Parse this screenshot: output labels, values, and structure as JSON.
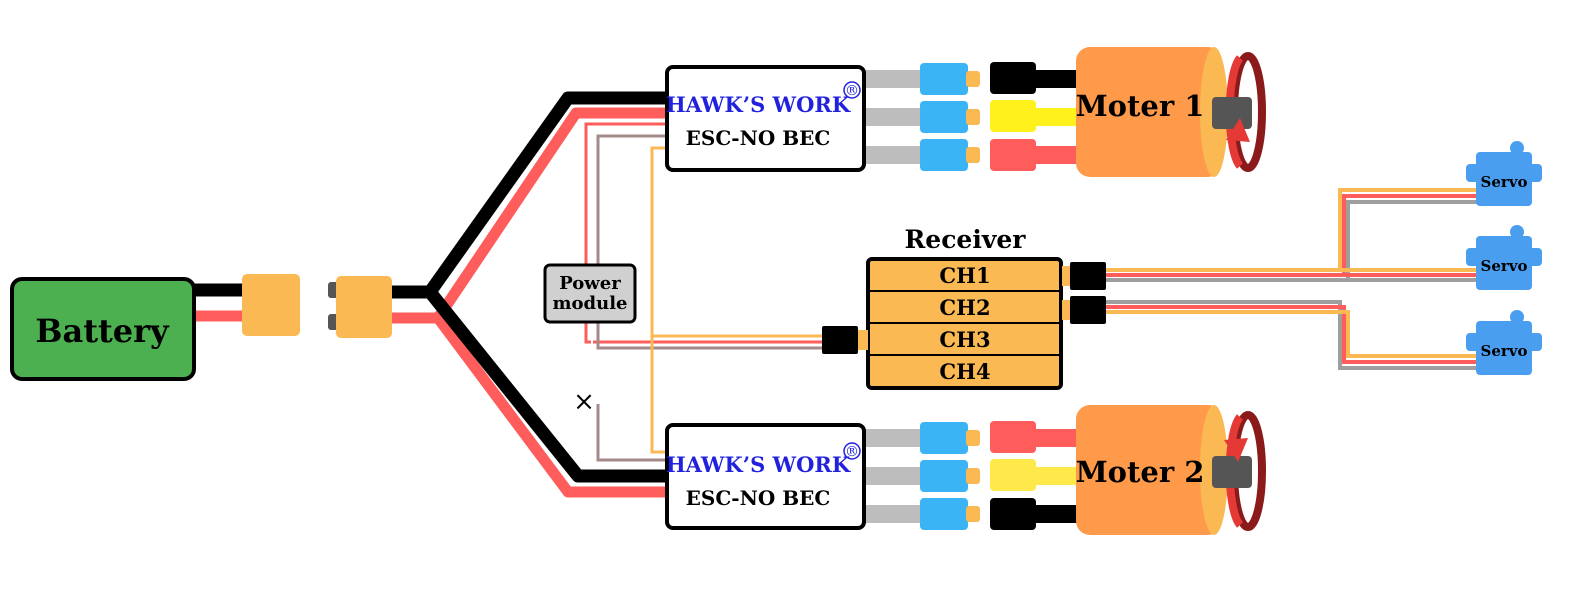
{
  "battery": {
    "label": "Battery",
    "color": "#4CAF50"
  },
  "power_module": {
    "line1": "Power",
    "line2": "module"
  },
  "esc": [
    {
      "brand": "HAWK’S WORK",
      "registered": "®",
      "model": "ESC-NO BEC"
    },
    {
      "brand": "HAWK’S WORK",
      "registered": "®",
      "model": "ESC-NO BEC"
    }
  ],
  "motors": [
    {
      "label": "Moter 1"
    },
    {
      "label": "Moter 2"
    }
  ],
  "receiver": {
    "title": "Receiver",
    "channels": [
      "CH1",
      "CH2",
      "CH3",
      "CH4"
    ]
  },
  "servos": [
    {
      "label": "Servo"
    },
    {
      "label": "Servo"
    },
    {
      "label": "Servo"
    }
  ],
  "unconnected_mark": "×",
  "colors": {
    "wire_black": "#000000",
    "wire_red": "#FF5C5C",
    "wire_gray": "#9E9E9E",
    "wire_brown": "#A58A8A",
    "wire_orange": "#FBB954",
    "wire_yellow": "#FFF11C",
    "motor": "#FF9A4A",
    "connector": "#FBB954",
    "bullet": "#3BB4F5",
    "servo": "#4A9EF0",
    "brand_text": "#2222DD",
    "rotation_arrow": "#E53935"
  }
}
